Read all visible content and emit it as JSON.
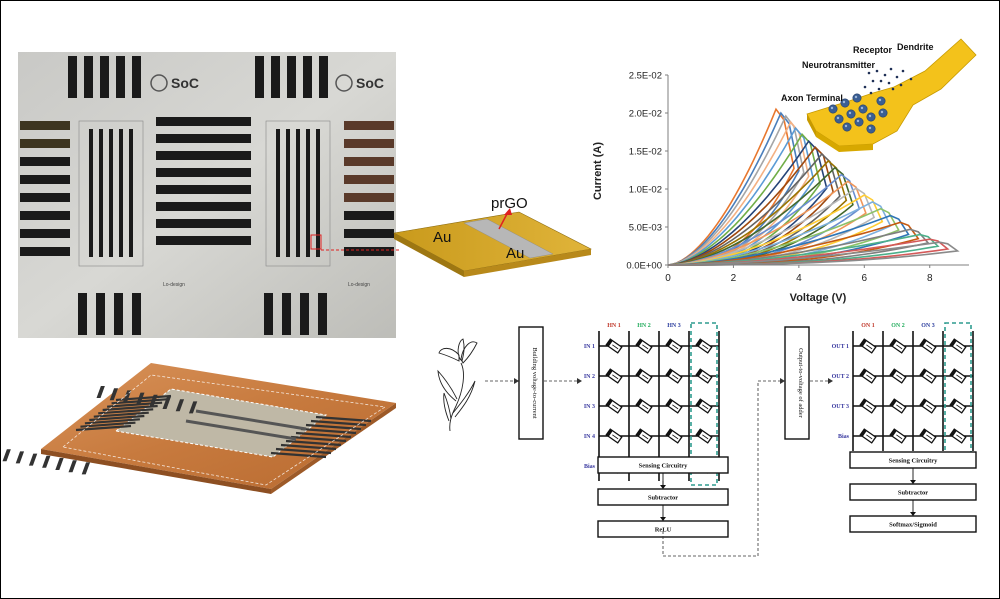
{
  "chip_photo": {
    "logo_text": "SoC",
    "bottom_logo_text": "Lo-design"
  },
  "device": {
    "material_label": "prGO",
    "left_electrode": "Au",
    "right_electrode": "Au"
  },
  "neuron": {
    "receptor": "Receptor",
    "dendrite": "Dendrite",
    "neurotransmitter": "Neurotransmitter",
    "axon_terminal": "Axon Terminal"
  },
  "chart_data": {
    "type": "line",
    "xlabel": "Voltage (V)",
    "ylabel": "Current (A)",
    "xlim": [
      0,
      9.2
    ],
    "ylim": [
      0,
      0.025
    ],
    "x_ticks": [
      0,
      2,
      4,
      6,
      8
    ],
    "x_tick_labels": [
      "0",
      "2",
      "4",
      "6",
      "8"
    ],
    "y_ticks": [
      0,
      0.005,
      0.01,
      0.015,
      0.02,
      0.025
    ],
    "y_tick_labels": [
      "0.0E+00",
      "5.0E-03",
      "1.0E-02",
      "1.5E-02",
      "2.0E-02",
      "2.5E-02"
    ],
    "series": [
      {
        "peak_v": 3.3,
        "peak_i": 0.0205,
        "color": "#e8772e"
      },
      {
        "peak_v": 3.45,
        "peak_i": 0.02,
        "color": "#4a7ebb"
      },
      {
        "peak_v": 3.6,
        "peak_i": 0.0196,
        "color": "#a5a5a5"
      },
      {
        "peak_v": 3.75,
        "peak_i": 0.0188,
        "color": "#f4b183"
      },
      {
        "peak_v": 3.9,
        "peak_i": 0.018,
        "color": "#5b9bd5"
      },
      {
        "peak_v": 4.1,
        "peak_i": 0.0172,
        "color": "#70ad47"
      },
      {
        "peak_v": 4.3,
        "peak_i": 0.0163,
        "color": "#264478"
      },
      {
        "peak_v": 4.5,
        "peak_i": 0.0155,
        "color": "#9e480e"
      },
      {
        "peak_v": 4.7,
        "peak_i": 0.0146,
        "color": "#636363"
      },
      {
        "peak_v": 4.9,
        "peak_i": 0.0137,
        "color": "#997300"
      },
      {
        "peak_v": 5.1,
        "peak_i": 0.0128,
        "color": "#43682b"
      },
      {
        "peak_v": 5.3,
        "peak_i": 0.0119,
        "color": "#698ed0"
      },
      {
        "peak_v": 5.5,
        "peak_i": 0.011,
        "color": "#f1975a"
      },
      {
        "peak_v": 5.75,
        "peak_i": 0.0101,
        "color": "#b7b7b7"
      },
      {
        "peak_v": 6.0,
        "peak_i": 0.0092,
        "color": "#ffcd33"
      },
      {
        "peak_v": 6.25,
        "peak_i": 0.0083,
        "color": "#7cafdd"
      },
      {
        "peak_v": 6.5,
        "peak_i": 0.0074,
        "color": "#8cc168"
      },
      {
        "peak_v": 6.8,
        "peak_i": 0.0065,
        "color": "#2e75b6"
      },
      {
        "peak_v": 7.1,
        "peak_i": 0.0056,
        "color": "#c55a11"
      },
      {
        "peak_v": 7.4,
        "peak_i": 0.0047,
        "color": "#7f7f7f"
      },
      {
        "peak_v": 7.7,
        "peak_i": 0.004,
        "color": "#4caf8a"
      },
      {
        "peak_v": 8.0,
        "peak_i": 0.0034,
        "color": "#d45a5a"
      },
      {
        "peak_v": 8.3,
        "peak_i": 0.003,
        "color": "#8a8a8a"
      }
    ]
  },
  "nn": {
    "input_converter": "Building voltage-to-current",
    "hidden_converter": "Output-to-voltage of adder",
    "hidden_cols": [
      "HN 1",
      "HN 2",
      "HN 3"
    ],
    "hidden_col_colors": [
      "#c0392b",
      "#27ae60",
      "#2c3e9e"
    ],
    "input_rows": [
      "IN 1",
      "IN 2",
      "IN 3",
      "IN 4",
      "Bias"
    ],
    "output_cols": [
      "ON 1",
      "ON 2",
      "ON 3"
    ],
    "output_col_colors": [
      "#c0392b",
      "#27ae60",
      "#2c3e9e"
    ],
    "output_rows": [
      "OUT 1",
      "OUT 2",
      "OUT 3",
      "Bias"
    ],
    "row_color": "#3a3aa0",
    "left_blocks": [
      "Sensing Circuitry",
      "Subtractor",
      "ReLU"
    ],
    "right_blocks": [
      "Sensing Circuitry",
      "Subtractor",
      "Softmax/Sigmoid"
    ]
  }
}
